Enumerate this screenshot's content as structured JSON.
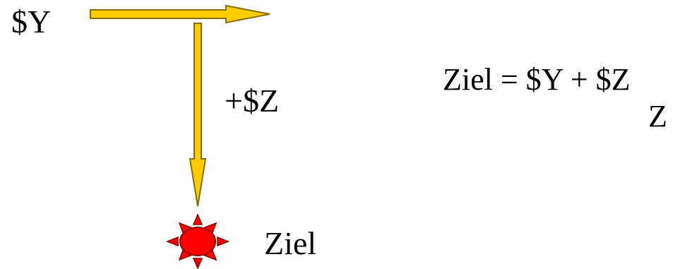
{
  "diagram": {
    "start_label": "$Y",
    "step_label": "+$Z",
    "target_label": "Ziel",
    "formula": "Ziel = $Y + $Z",
    "formula_sub": "Z"
  },
  "colors": {
    "arrow_fill": "#FFCC00",
    "arrow_stroke": "#8a6d00",
    "target_fill": "#FF0000",
    "target_stroke": "#8a0000",
    "text": "#000000"
  },
  "icons": {
    "target": "sun-burst-icon"
  }
}
